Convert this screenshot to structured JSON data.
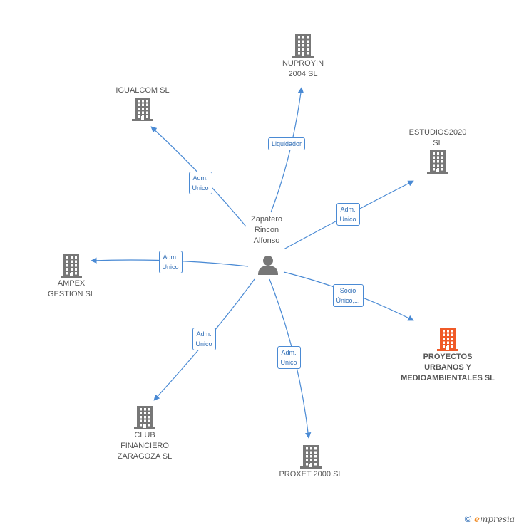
{
  "center": {
    "name": "Zapatero\nRincon\nAlfonso"
  },
  "nodes": [
    {
      "id": "nuproyin",
      "name": "NUPROYIN\n2004 SL",
      "color": "#777777"
    },
    {
      "id": "igualcom",
      "name": "IGUALCOM SL",
      "color": "#777777"
    },
    {
      "id": "estudios",
      "name": "ESTUDIOS2020\nSL",
      "color": "#777777"
    },
    {
      "id": "ampex",
      "name": "AMPEX\nGESTION SL",
      "color": "#777777"
    },
    {
      "id": "proyectos",
      "name": "PROYECTOS\nURBANOS Y\nMEDIOAMBIENTALES SL",
      "color": "#f05a28"
    },
    {
      "id": "club",
      "name": "CLUB\nFINANCIERO\nZARAGOZA SL",
      "color": "#777777"
    },
    {
      "id": "proxet",
      "name": "PROXET 2000 SL",
      "color": "#777777"
    }
  ],
  "edges": [
    {
      "to": "nuproyin",
      "label": "Liquidador"
    },
    {
      "to": "igualcom",
      "label": "Adm.\nUnico"
    },
    {
      "to": "estudios",
      "label": "Adm.\nUnico"
    },
    {
      "to": "ampex",
      "label": "Adm.\nUnico"
    },
    {
      "to": "proyectos",
      "label": "Socio\nÚnico,..."
    },
    {
      "to": "club",
      "label": "Adm.\nUnico"
    },
    {
      "to": "proxet",
      "label": "Adm.\nUnico"
    }
  ],
  "colors": {
    "edge": "#4a8ad4",
    "accent": "#f05a28"
  },
  "footer": {
    "copyright": "©",
    "brand_initial": "e",
    "brand_rest": "mpresia"
  }
}
